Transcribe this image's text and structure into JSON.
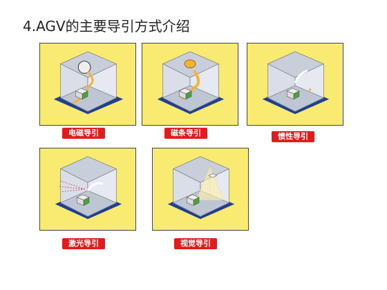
{
  "page": {
    "title": "4.AGV的主要导引方式介绍"
  },
  "methods": [
    {
      "label": "电磁导引",
      "picture": "electromagnetic-guidance-diagram"
    },
    {
      "label": "磁条导引",
      "picture": "magnetic-tape-guidance-diagram"
    },
    {
      "label": "惯性导引",
      "picture": "inertial-guidance-diagram"
    },
    {
      "label": "激光导引",
      "picture": "laser-guidance-diagram"
    },
    {
      "label": "视觉导引",
      "picture": "visual-guidance-diagram"
    }
  ],
  "colors": {
    "card_background": "#f9ea72",
    "floor_pad": "#1f3f94",
    "label_background": "#e21c1c",
    "guide_line": "#f5b335",
    "agv_body": "#4aa33a"
  }
}
